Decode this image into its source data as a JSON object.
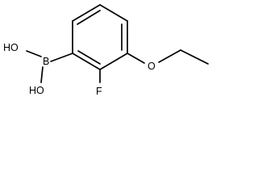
{
  "molecule": {
    "atoms": {
      "hydroxyl_top": "HO",
      "boron": "B",
      "hydroxyl_bottom": "HO",
      "fluorine": "F",
      "oxygen": "O"
    }
  }
}
